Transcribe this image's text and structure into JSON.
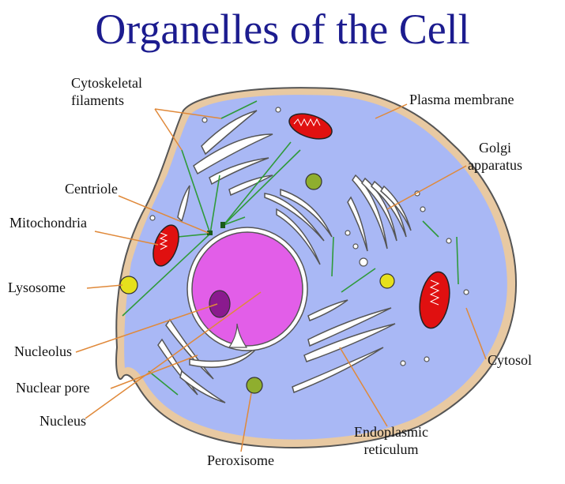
{
  "title": "Organelles of the Cell",
  "labels": {
    "cytoskeletal_1": "Cytoskeletal",
    "cytoskeletal_2": "filaments",
    "plasma_membrane": "Plasma membrane",
    "golgi_1": "Golgi",
    "golgi_2": "apparatus",
    "centriole": "Centriole",
    "mitochondria": "Mitochondria",
    "lysosome": "Lysosome",
    "nucleolus": "Nucleolus",
    "nuclear_pore": "Nuclear pore",
    "nucleus": "Nucleus",
    "peroxisome": "Peroxisome",
    "er_1": "Endoplasmic",
    "er_2": "reticulum",
    "cytosol": "Cytosol"
  },
  "colors": {
    "title": "#1c1c8f",
    "cytoplasm": "#a9b8f5",
    "membrane": "#e8c9a2",
    "nucleus": "#e25ee8",
    "nucleolus": "#8a1a8e",
    "mitochondria": "#e01010",
    "lysosome": "#e6e01c",
    "peroxisome": "#8fae2e",
    "leader": "#e0893a",
    "filament": "#2f9a3a"
  }
}
